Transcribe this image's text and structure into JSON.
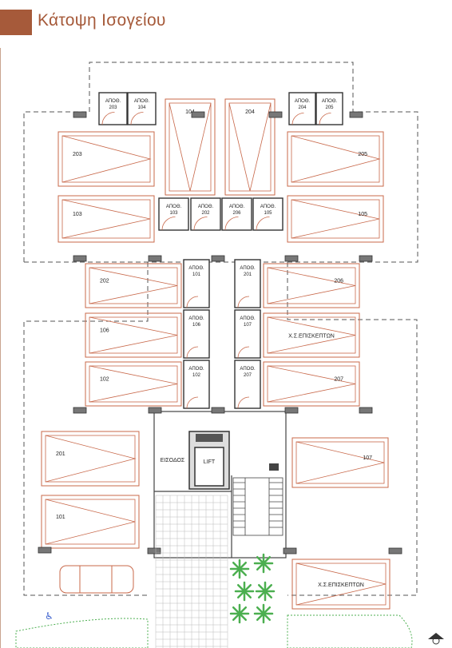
{
  "title": "Κάτοψη Ισογείου",
  "colors": {
    "accent": "#a65a3a",
    "parking_stroke": "#c8684a",
    "wall": "#444444",
    "column": "#777777",
    "tree": "#4caf50",
    "wheelchair": "#3a5fcd"
  },
  "parking_spaces": [
    {
      "label": "104"
    },
    {
      "label": "204"
    },
    {
      "label": "203"
    },
    {
      "label": "205"
    },
    {
      "label": "103"
    },
    {
      "label": "105"
    },
    {
      "label": "202"
    },
    {
      "label": "206"
    },
    {
      "label": "106"
    },
    {
      "label": "Χ.Σ.ΕΠΙΣΚΕΠΤΩΝ"
    },
    {
      "label": "102"
    },
    {
      "label": "207"
    },
    {
      "label": "201"
    },
    {
      "label": "107"
    },
    {
      "label": "101"
    },
    {
      "label": "Χ.Σ.ΕΠΙΣΚΕΠΤΩΝ"
    }
  ],
  "storages": [
    {
      "line1": "ΑΠΟΘ.",
      "line2": "203"
    },
    {
      "line1": "ΑΠΟΘ.",
      "line2": "104"
    },
    {
      "line1": "ΑΠΟΘ.",
      "line2": "204"
    },
    {
      "line1": "ΑΠΟΘ.",
      "line2": "205"
    },
    {
      "line1": "ΑΠΟΘ.",
      "line2": "103"
    },
    {
      "line1": "ΑΠΟΘ.",
      "line2": "202"
    },
    {
      "line1": "ΑΠΟΘ.",
      "line2": "206"
    },
    {
      "line1": "ΑΠΟΘ.",
      "line2": "105"
    },
    {
      "line1": "ΑΠΟΘ.",
      "line2": "101"
    },
    {
      "line1": "ΑΠΟΘ.",
      "line2": "201"
    },
    {
      "line1": "ΑΠΟΘ.",
      "line2": "106"
    },
    {
      "line1": "ΑΠΟΘ.",
      "line2": "107"
    },
    {
      "line1": "ΑΠΟΘ.",
      "line2": "102"
    },
    {
      "line1": "ΑΠΟΘ.",
      "line2": "207"
    }
  ],
  "entrance_label": "ΕΙΣΟΔΟΣ",
  "lift_label": "LIFT"
}
